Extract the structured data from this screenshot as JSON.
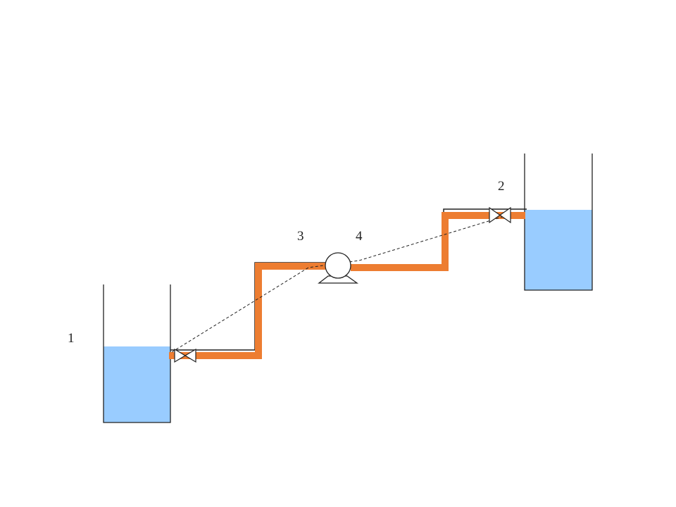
{
  "diagram": {
    "labels": {
      "point_1": "1",
      "point_2": "2",
      "point_3": "3",
      "point_4": "4"
    },
    "colors": {
      "water": "#99ccff",
      "pipe": "#ed7d31",
      "outline": "#222222",
      "background": "#ffffff"
    },
    "icons": {
      "pump": "pump-icon",
      "valve_suction": "valve-icon",
      "valve_discharge": "valve-icon"
    }
  }
}
